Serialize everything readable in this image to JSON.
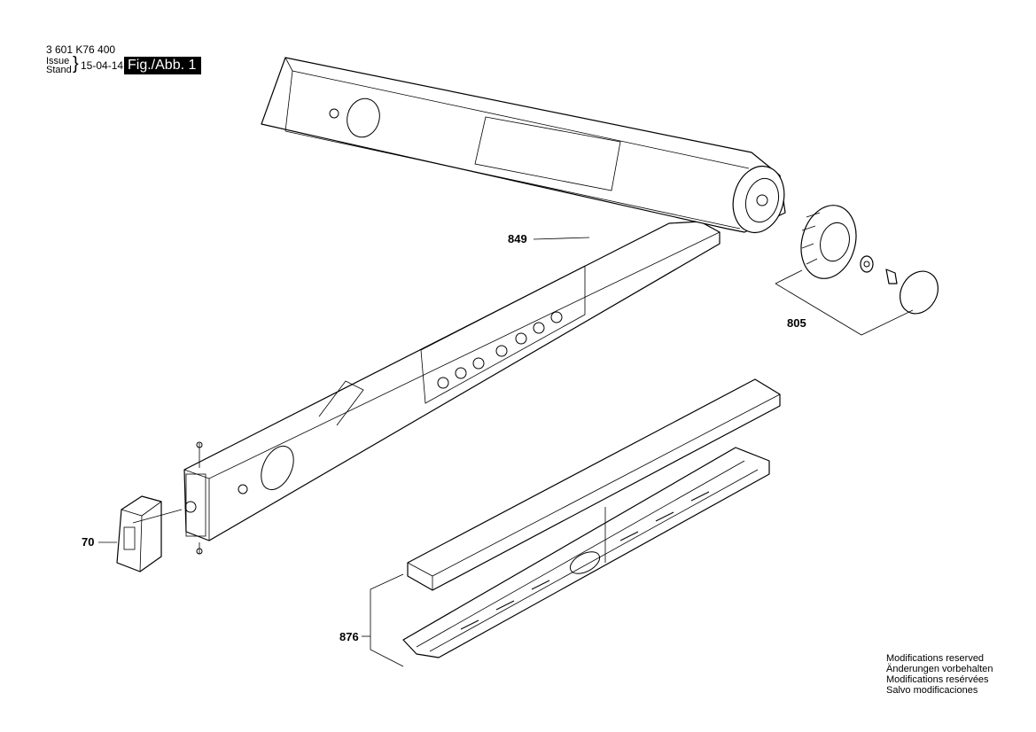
{
  "header": {
    "document_number": "3 601 K76 400",
    "issue_label": "Issue",
    "stand_label": "Stand",
    "date": "15-04-14",
    "figure_label": "Fig./Abb. 1"
  },
  "parts": [
    {
      "number": "849"
    },
    {
      "number": "805"
    },
    {
      "number": "70"
    },
    {
      "number": "876"
    }
  ],
  "footer": {
    "notes": [
      "Modifications reserved",
      "Änderungen vorbehalten",
      "Modifications resérvées",
      "Salvo modificaciones"
    ]
  }
}
